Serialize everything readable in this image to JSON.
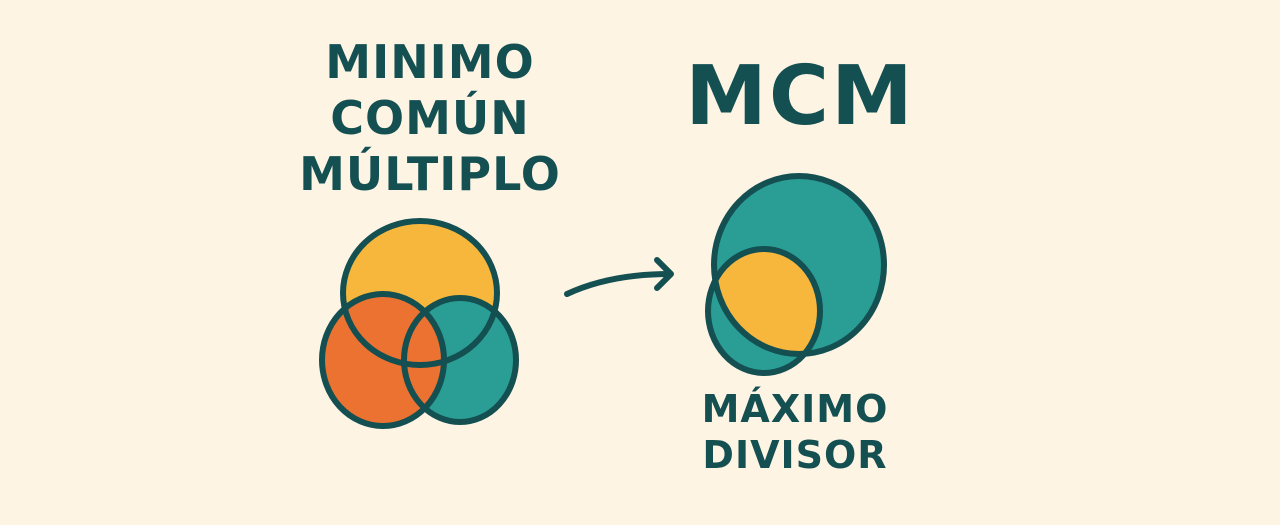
{
  "left": {
    "title_lines": [
      "MINIMO",
      "COMÚN",
      "MÚLTIPLO"
    ],
    "venn": {
      "circles": [
        {
          "name": "top",
          "color": "#f6b73c"
        },
        {
          "name": "left",
          "color": "#eb7230"
        },
        {
          "name": "right",
          "color": "#2a9d94"
        }
      ]
    }
  },
  "arrow": {
    "direction": "right"
  },
  "right": {
    "title": "MCM",
    "label_lines": [
      "MÁXIMO",
      "DIVISOR"
    ],
    "venn": {
      "circles": [
        {
          "name": "large",
          "color": "#2a9d94"
        },
        {
          "name": "small",
          "color": "#2a9d94"
        }
      ],
      "intersection_color": "#f6b73c"
    }
  },
  "colors": {
    "background": "#fdf4e4",
    "text": "#144f51",
    "outline": "#144f51"
  }
}
